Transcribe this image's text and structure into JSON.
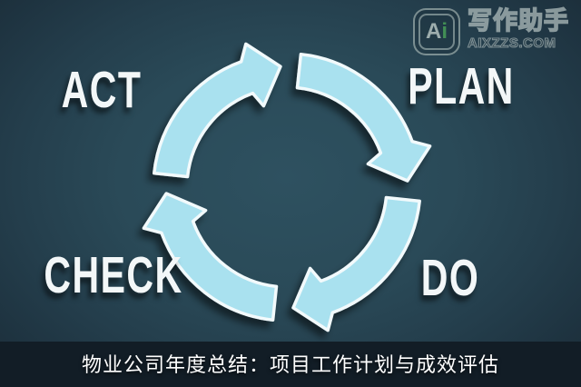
{
  "caption": {
    "text": "物业公司年度总结：项目工作计划与成效评估"
  },
  "watermark": {
    "badge_a": "A",
    "badge_i": "i",
    "brand": "写作助手",
    "domain": "AIXZZS.COM"
  },
  "diagram": {
    "type": "cycle",
    "name": "PDCA",
    "direction": "clockwise",
    "stages": [
      {
        "label": "ACT",
        "position": "top-left"
      },
      {
        "label": "PLAN",
        "position": "top-right"
      },
      {
        "label": "DO",
        "position": "bottom-right"
      },
      {
        "label": "CHECK",
        "position": "bottom-left"
      }
    ],
    "colors": {
      "arrow_fill": "#a9e1ef",
      "arrow_outline": "#f2fafc",
      "background_center": "#2e5160",
      "background_edge": "#1b2c37",
      "caption_bar": "#121d26",
      "label_text": "#f3f7f8",
      "badge_green": "#4aa258"
    }
  }
}
